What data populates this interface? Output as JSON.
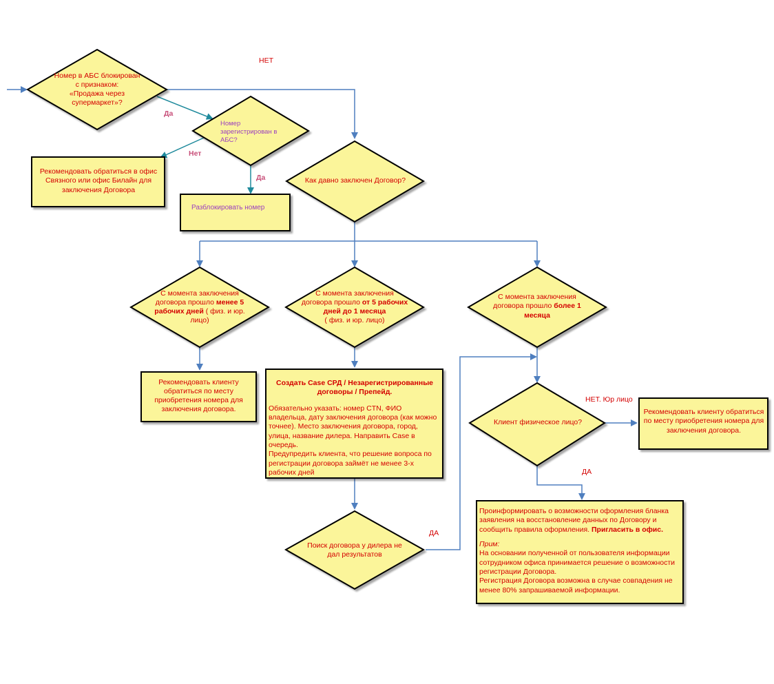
{
  "colors": {
    "shape_fill": "#fbf59a",
    "connector_blue": "#4f7fbf",
    "connector_teal": "#1f8a9c",
    "text_red": "#d40000",
    "text_violet": "#9b3fbf"
  },
  "nodes": {
    "d_blocked": {
      "line1": "Номер в АБС блокирован",
      "line2": "с признаком:",
      "line3": "«Продажа через",
      "line4": "супермаркет»?"
    },
    "d_registered": {
      "line1": "Номер",
      "line2": "зарегистрирован в",
      "line3": "АБС?"
    },
    "b_recommend_office": {
      "line1": "Рекомендовать обратиться в офис",
      "line2": "Связного или офис Билайн для",
      "line3": "заключения Договора"
    },
    "b_unblock": {
      "text": "Разблокировать номер"
    },
    "d_how_long": {
      "text": "Как давно заключен Договор?"
    },
    "d_less5": {
      "line1": "С момента заключения",
      "line2a": "договора прошло ",
      "line2b": "менее 5",
      "line3a": "рабочих дней",
      "line3b": " ( физ. и юр.",
      "line4": "лицо)"
    },
    "d_5to30": {
      "line1": "С момента заключения",
      "line2a": "договора прошло ",
      "line2b": "от 5 рабочих",
      "line3": "дней до 1 месяца",
      "line4": "( физ. и юр. лицо)"
    },
    "d_over1m": {
      "line1": "С момента заключения",
      "line2a": "договора прошло ",
      "line2b": "более 1",
      "line3": "месяца"
    },
    "b_recommend_place": {
      "line1": "Рекомендовать клиенту",
      "line2": "обратиться по месту",
      "line3": "приобретения номера для",
      "line4": "заключения договора."
    },
    "b_case": {
      "title1": "Создать Case СРД / Незарегистрированные",
      "title2": "договоры / Препейд.",
      "p1": "Обязательно указать: номер CTN, ФИО владельца, дату заключения договора (как можно точнее). Место заключения договора, город, улица, название дилера. Направить Case в очередь.",
      "p2": "Предупредить клиента, что решение вопроса по регистрации договора займёт не менее 3-х рабочих дней"
    },
    "d_dealer": {
      "line1": "Поиск договора у дилера не",
      "line2": "дал результатов"
    },
    "d_physical": {
      "text": "Клиент физическое лицо?"
    },
    "b_recommend_place2": {
      "line1": "Рекомендовать клиенту обратиться",
      "line2": "по месту приобретения номера для",
      "line3": "заключения договора."
    },
    "b_inform": {
      "p1a": "Проинформировать о возможности оформления бланка заявления на восстановление данных по Договору и сообщить правила оформления. ",
      "p1b": "Пригласить в офис.",
      "note_label": "Прим:",
      "p2": "На основании полученной от пользователя информации сотрудником офиса принимается решение о возможности регистрации Договора.",
      "p3": "Регистрация Договора возможна в случае совпадения не менее 80% запрашиваемой информации."
    }
  },
  "labels": {
    "net_top": "НЕТ",
    "da_1": "Да",
    "net_2": "Нет",
    "da_2": "Да",
    "net_jur": "НЕТ. Юр лицо",
    "da_phys": "ДА",
    "da_dealer": "ДА"
  }
}
